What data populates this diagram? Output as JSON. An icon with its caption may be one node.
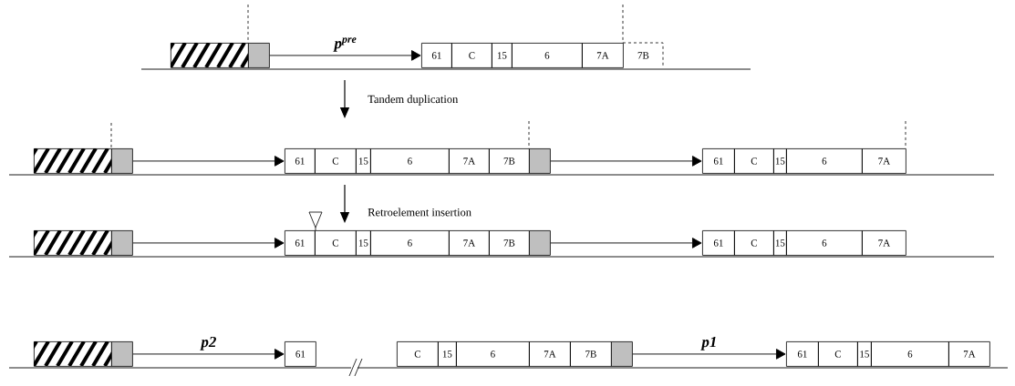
{
  "diagram": {
    "nodes": [
      {
        "text": [],
        "shape": "box"
      },
      {
        "text": [],
        "shape": "box"
      },
      {
        "text": [
          "61"
        ]
      },
      {
        "text": [
          "C"
        ]
      },
      {
        "text": [
          "15"
        ]
      },
      {
        "text": [
          "6"
        ]
      },
      {
        "text": [
          "7A"
        ]
      },
      {
        "text": [
          "7B"
        ]
      },
      {
        "text": [],
        "shape": "box"
      },
      {
        "text": [],
        "shape": "box"
      },
      {
        "text": [
          "61"
        ]
      },
      {
        "text": [
          "C"
        ]
      },
      {
        "text": [
          "15"
        ]
      },
      {
        "text": [
          "6"
        ]
      },
      {
        "text": [
          "7A"
        ]
      },
      {
        "text": [
          "7B"
        ]
      },
      {
        "text": [],
        "shape": "box"
      },
      {
        "text": [
          "61"
        ]
      },
      {
        "text": [
          "C"
        ]
      },
      {
        "text": [
          "15"
        ]
      },
      {
        "text": [
          "6"
        ]
      },
      {
        "text": [
          "7A"
        ]
      },
      {
        "text": [],
        "shape": "box"
      },
      {
        "text": [],
        "shape": "box"
      },
      {
        "text": [
          "61"
        ]
      },
      {
        "text": [
          "C"
        ]
      },
      {
        "text": [
          "15"
        ]
      },
      {
        "text": [
          "6"
        ]
      },
      {
        "text": [
          "7A"
        ]
      },
      {
        "text": [
          "7B"
        ]
      },
      {
        "text": [],
        "shape": "box"
      },
      {
        "text": [
          "61"
        ]
      },
      {
        "text": [
          "C"
        ]
      },
      {
        "text": [
          "15"
        ]
      },
      {
        "text": [
          "6"
        ]
      },
      {
        "text": [
          "7A"
        ]
      },
      {
        "text": [],
        "shape": "box"
      },
      {
        "text": [],
        "shape": "box"
      },
      {
        "text": [
          "61"
        ]
      },
      {
        "text": [
          "C"
        ]
      },
      {
        "text": [
          "15"
        ]
      },
      {
        "text": [
          "6"
        ]
      },
      {
        "text": [
          "7A"
        ]
      },
      {
        "text": [
          "7B"
        ]
      },
      {
        "text": [],
        "shape": "box"
      },
      {
        "text": [
          "61"
        ]
      },
      {
        "text": [
          "C"
        ]
      },
      {
        "text": [
          "15"
        ]
      },
      {
        "text": [
          "6"
        ]
      },
      {
        "text": [
          "7A"
        ]
      }
    ],
    "edges": [
      {
        "from": 1,
        "to": 2,
        "arrow": "to",
        "label": "p$^{pre}$"
      },
      {
        "from": 9,
        "to": 10,
        "arrow": "to"
      },
      {
        "from": 16,
        "to": 17,
        "arrow": "to"
      },
      {
        "from": 23,
        "to": 24,
        "arrow": "to"
      },
      {
        "from": 30,
        "to": 31,
        "arrow": "to"
      },
      {
        "from": 37,
        "to": 38,
        "arrow": "to",
        "label": "p2"
      },
      {
        "from": 44,
        "to": 45,
        "arrow": "to",
        "label": "p1"
      }
    ],
    "labels": [
      "Tandem duplication",
      "Retroelement insertion"
    ]
  }
}
